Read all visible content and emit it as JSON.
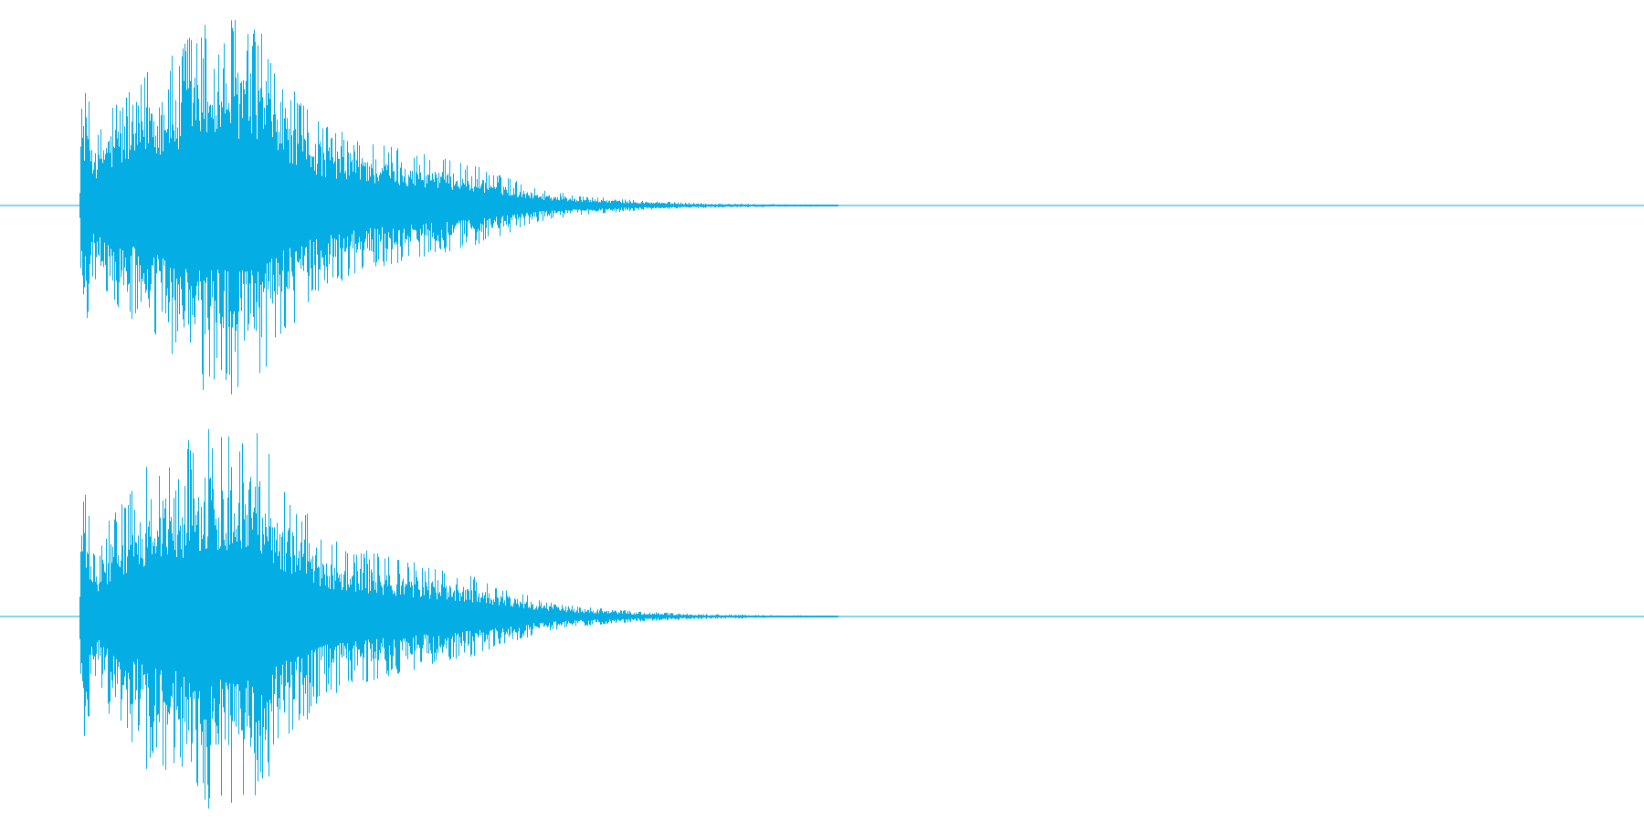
{
  "waveform": {
    "color": "#04aee5",
    "background": "#ffffff",
    "channels": [
      {
        "name": "",
        "envelope": [
          [
            0.0,
            0.0
          ],
          [
            0.048,
            0.0
          ],
          [
            0.049,
            0.55
          ],
          [
            0.052,
            0.68
          ],
          [
            0.056,
            0.42
          ],
          [
            0.06,
            0.38
          ],
          [
            0.066,
            0.5
          ],
          [
            0.072,
            0.55
          ],
          [
            0.078,
            0.62
          ],
          [
            0.084,
            0.58
          ],
          [
            0.09,
            0.8
          ],
          [
            0.096,
            0.72
          ],
          [
            0.102,
            0.82
          ],
          [
            0.108,
            0.7
          ],
          [
            0.114,
            0.98
          ],
          [
            0.12,
            0.94
          ],
          [
            0.126,
            0.99
          ],
          [
            0.132,
            0.88
          ],
          [
            0.138,
            0.96
          ],
          [
            0.144,
            0.98
          ],
          [
            0.15,
            0.92
          ],
          [
            0.156,
            0.97
          ],
          [
            0.162,
            0.85
          ],
          [
            0.168,
            0.7
          ],
          [
            0.176,
            0.62
          ],
          [
            0.184,
            0.56
          ],
          [
            0.192,
            0.45
          ],
          [
            0.2,
            0.4
          ],
          [
            0.21,
            0.38
          ],
          [
            0.22,
            0.34
          ],
          [
            0.23,
            0.32
          ],
          [
            0.24,
            0.3
          ],
          [
            0.25,
            0.28
          ],
          [
            0.26,
            0.26
          ],
          [
            0.27,
            0.24
          ],
          [
            0.28,
            0.22
          ],
          [
            0.29,
            0.2
          ],
          [
            0.3,
            0.17
          ],
          [
            0.31,
            0.14
          ],
          [
            0.32,
            0.11
          ],
          [
            0.33,
            0.08
          ],
          [
            0.345,
            0.06
          ],
          [
            0.36,
            0.045
          ],
          [
            0.375,
            0.035
          ],
          [
            0.39,
            0.025
          ],
          [
            0.41,
            0.018
          ],
          [
            0.43,
            0.012
          ],
          [
            0.46,
            0.008
          ],
          [
            0.49,
            0.006
          ],
          [
            0.508,
            0.004
          ],
          [
            0.51,
            0.0
          ],
          [
            1.0,
            0.0
          ]
        ]
      },
      {
        "name": "",
        "envelope": [
          [
            0.0,
            0.0
          ],
          [
            0.048,
            0.0
          ],
          [
            0.049,
            0.62
          ],
          [
            0.052,
            0.66
          ],
          [
            0.056,
            0.35
          ],
          [
            0.06,
            0.32
          ],
          [
            0.066,
            0.5
          ],
          [
            0.072,
            0.58
          ],
          [
            0.078,
            0.65
          ],
          [
            0.084,
            0.62
          ],
          [
            0.09,
            0.82
          ],
          [
            0.096,
            0.74
          ],
          [
            0.102,
            0.84
          ],
          [
            0.108,
            0.72
          ],
          [
            0.114,
            0.98
          ],
          [
            0.12,
            0.95
          ],
          [
            0.126,
            0.99
          ],
          [
            0.132,
            0.9
          ],
          [
            0.138,
            0.97
          ],
          [
            0.144,
            0.99
          ],
          [
            0.15,
            0.93
          ],
          [
            0.156,
            0.97
          ],
          [
            0.162,
            0.86
          ],
          [
            0.168,
            0.72
          ],
          [
            0.176,
            0.62
          ],
          [
            0.184,
            0.56
          ],
          [
            0.192,
            0.46
          ],
          [
            0.2,
            0.4
          ],
          [
            0.21,
            0.38
          ],
          [
            0.22,
            0.35
          ],
          [
            0.23,
            0.32
          ],
          [
            0.24,
            0.3
          ],
          [
            0.25,
            0.28
          ],
          [
            0.26,
            0.26
          ],
          [
            0.27,
            0.24
          ],
          [
            0.28,
            0.22
          ],
          [
            0.29,
            0.2
          ],
          [
            0.3,
            0.17
          ],
          [
            0.31,
            0.14
          ],
          [
            0.32,
            0.11
          ],
          [
            0.33,
            0.08
          ],
          [
            0.345,
            0.06
          ],
          [
            0.36,
            0.045
          ],
          [
            0.375,
            0.035
          ],
          [
            0.39,
            0.025
          ],
          [
            0.41,
            0.018
          ],
          [
            0.43,
            0.012
          ],
          [
            0.46,
            0.008
          ],
          [
            0.49,
            0.006
          ],
          [
            0.508,
            0.004
          ],
          [
            0.51,
            0.0
          ],
          [
            1.0,
            0.0
          ]
        ]
      }
    ]
  }
}
